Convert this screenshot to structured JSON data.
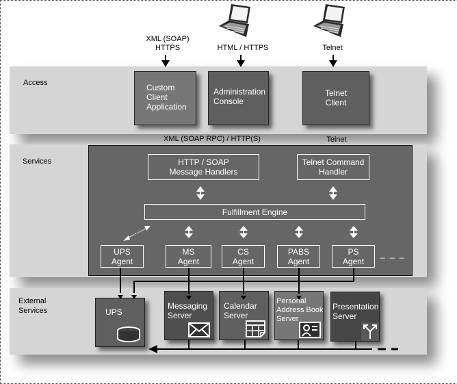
{
  "clients": [
    {
      "protocol": "XML (SOAP)\nHTTPS",
      "icon": "none"
    },
    {
      "protocol": "HTML / HTTPS",
      "icon": "laptop-icon"
    },
    {
      "protocol": "Telnet",
      "icon": "laptop-icon"
    }
  ],
  "layers": {
    "access": {
      "label": "Access",
      "boxes": [
        {
          "name": "Custom\nClient\nApplication"
        },
        {
          "name": "Administration\nConsole"
        },
        {
          "name": "Telnet\nClient"
        }
      ],
      "bottom_labels": [
        "XML (SOAP RPC) / HTTP(S)",
        "Telnet"
      ]
    },
    "services": {
      "label": "Services",
      "handlers": [
        "HTTP / SOAP\nMessage Handlers",
        "Telnet Command\nHandler"
      ],
      "engine": "Fulfillment Engine",
      "agents": [
        "UPS\nAgent",
        "MS\nAgent",
        "CS\nAgent",
        "PABS\nAgent",
        "PS\nAgent"
      ],
      "more": "_ _ _"
    },
    "external": {
      "label": "External\nServices",
      "servers": [
        {
          "name": "UPS",
          "icon": "database-icon"
        },
        {
          "name": "Messaging\nServer",
          "icon": "envelope-icon"
        },
        {
          "name": "Calendar\nServer",
          "icon": "calendar-icon"
        },
        {
          "name": "Personal\nAddress Book\nServer",
          "icon": "contact-card-icon"
        },
        {
          "name": "Presentation\nServer",
          "icon": "fork-arrows-icon"
        }
      ]
    }
  }
}
